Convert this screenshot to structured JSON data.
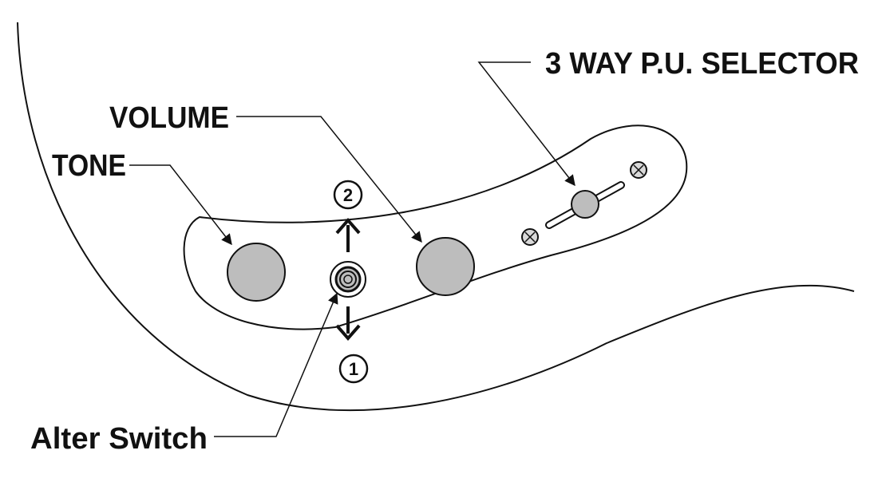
{
  "labels": {
    "tone": "TONE",
    "volume": "VOLUME",
    "selector": "3 WAY P.U. SELECTOR",
    "alter_switch": "Alter Switch"
  },
  "positions": {
    "up": "2",
    "down": "1"
  },
  "colors": {
    "knob_fill": "#bdbdbd",
    "stroke": "#111111",
    "background": "#ffffff"
  },
  "icons": {
    "knob": "knob-icon",
    "toggle": "toggle-switch-icon",
    "screw": "screw-icon",
    "arrow_up": "arrow-up-icon",
    "arrow_down": "arrow-down-icon"
  }
}
